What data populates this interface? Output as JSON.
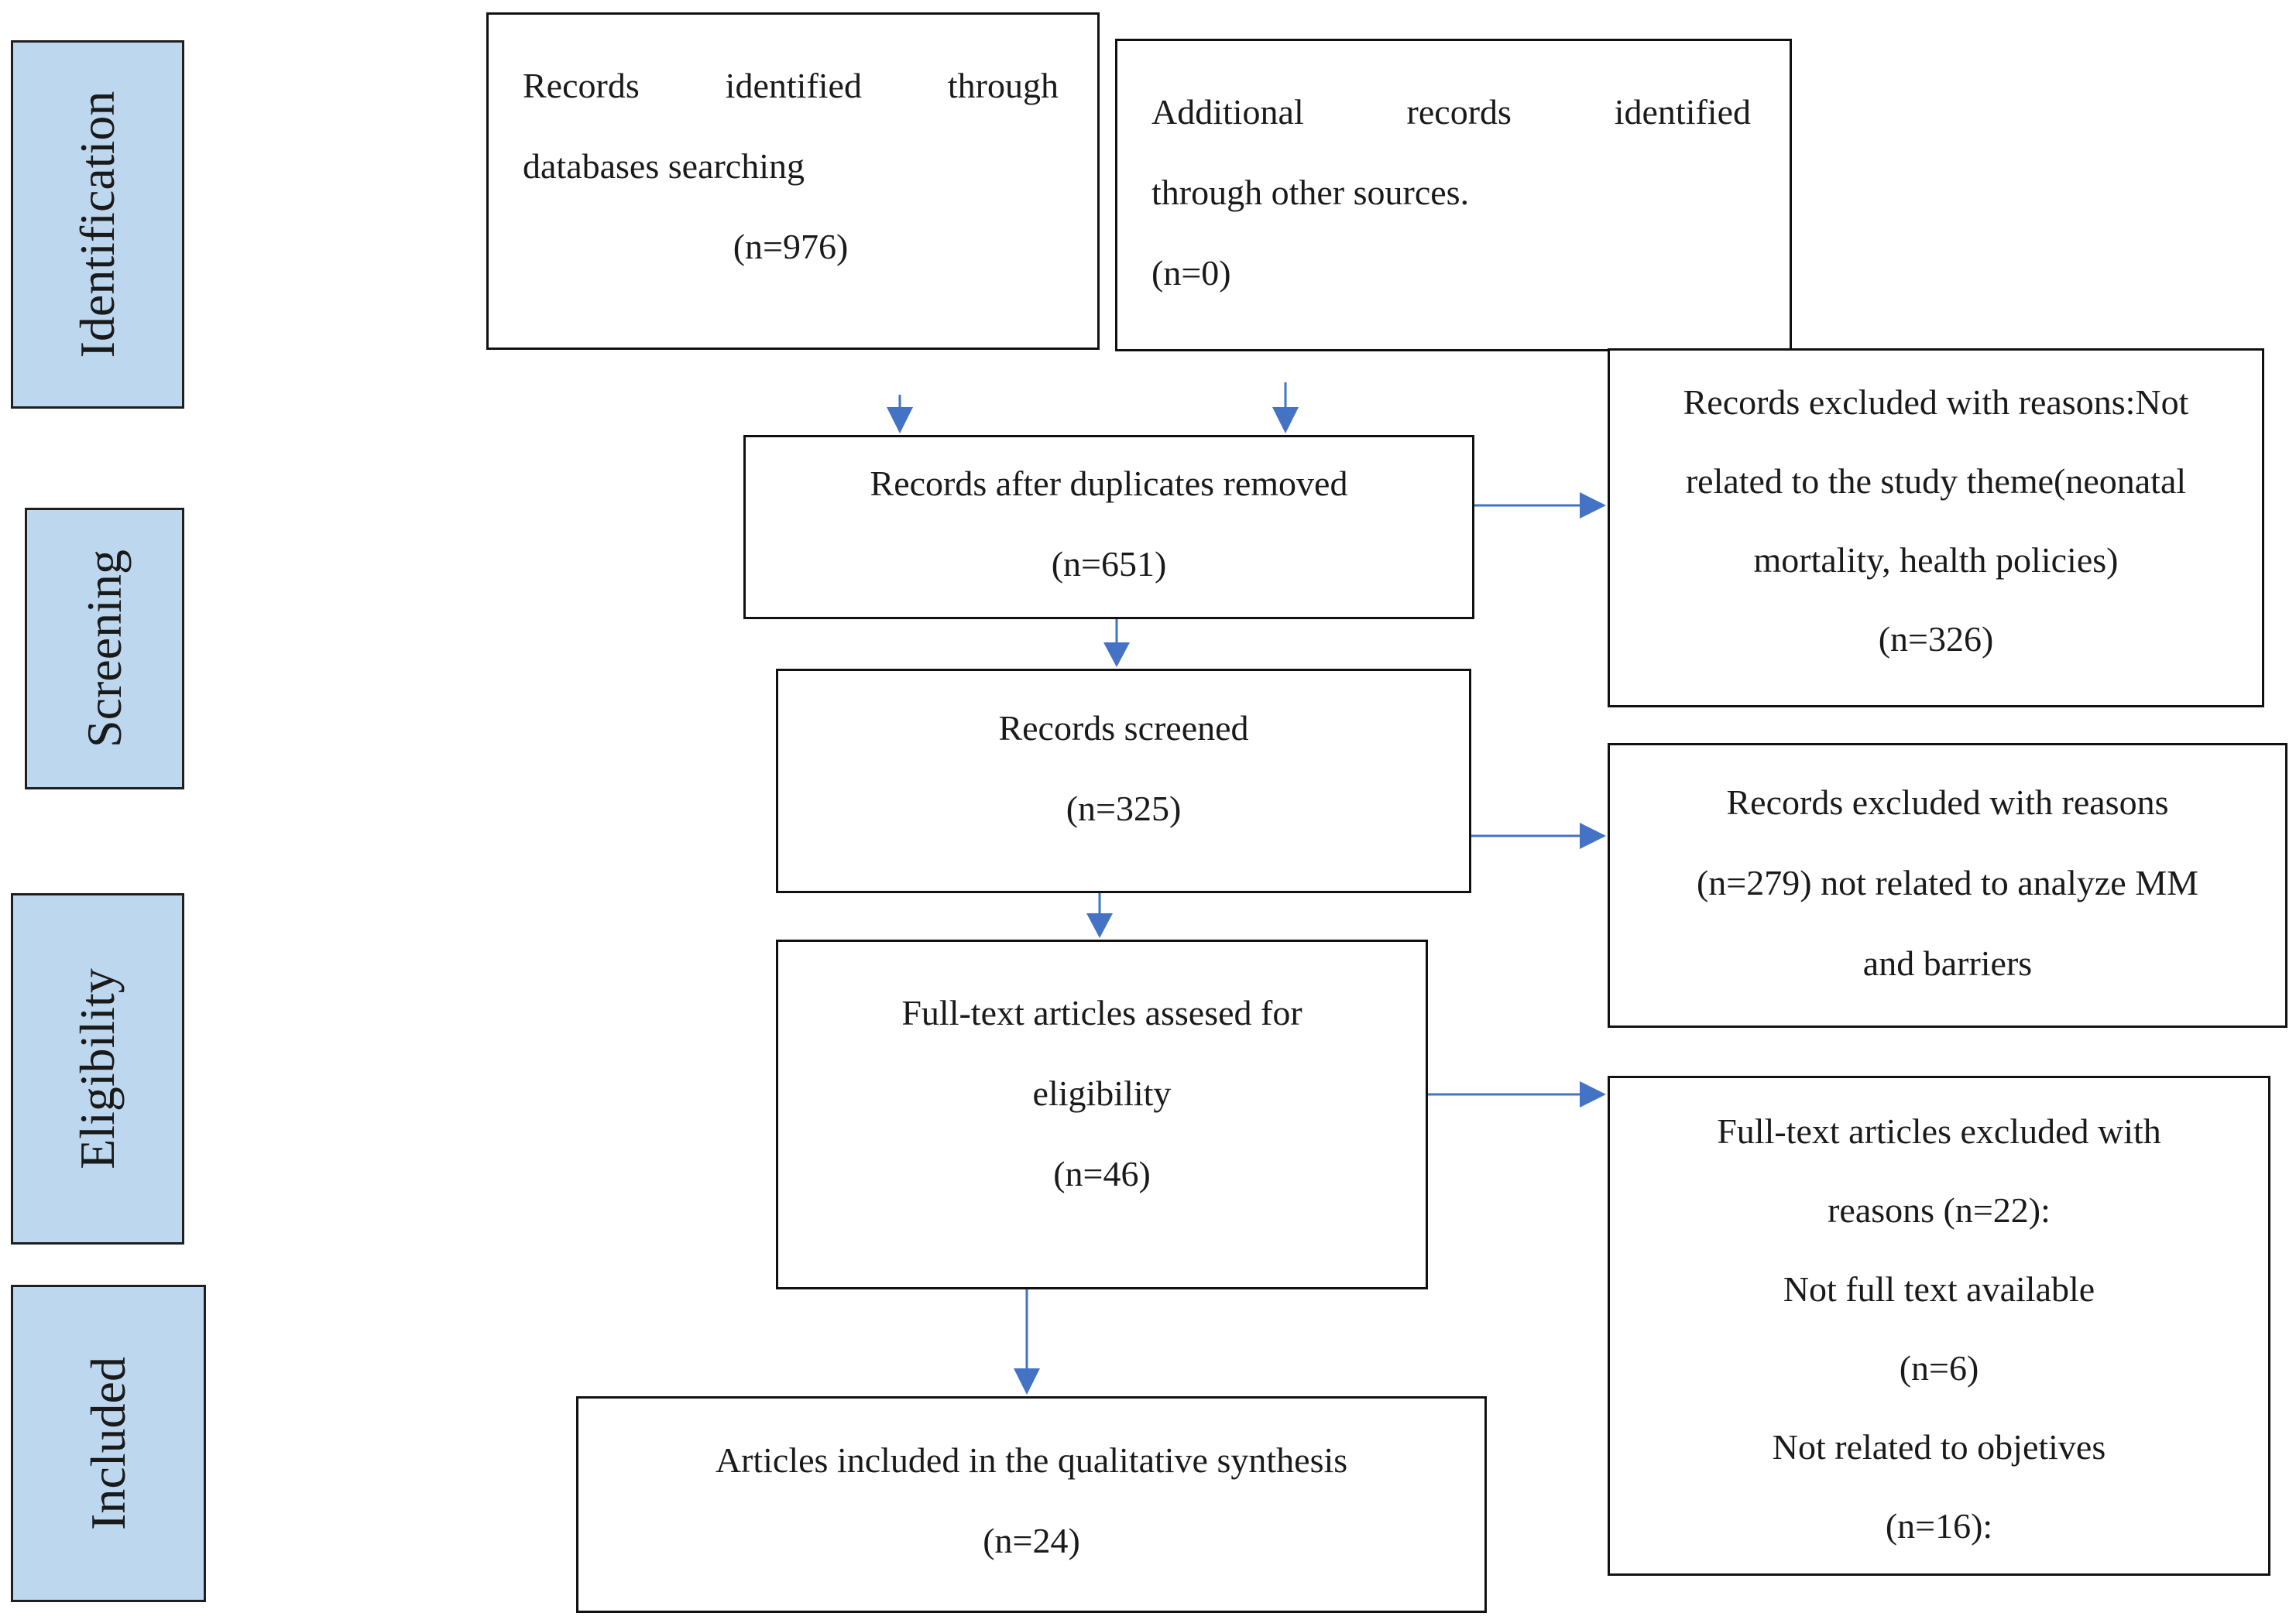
{
  "stages": {
    "identification": "Identification",
    "screening": "Screening",
    "eligibility": "Eligibility",
    "included": "Included"
  },
  "boxes": {
    "databases": {
      "line1": "Records identified through",
      "line2": "databases searching",
      "count": "(n=976)"
    },
    "other_sources": {
      "line1": "Additional records identified",
      "line2": "through other sources.",
      "count": "(n=0)"
    },
    "duplicates_removed": {
      "line1": "Records after duplicates removed",
      "count": "(n=651)"
    },
    "excluded_theme": {
      "line1": "Records excluded with reasons:Not",
      "line2": "related to the study theme(neonatal",
      "line3": "mortality, health policies)",
      "count": "(n=326)"
    },
    "screened": {
      "line1": "Records screened",
      "count": "(n=325)"
    },
    "excluded_mm": {
      "line1": "Records excluded with reasons",
      "line2": "(n=279) not related to analyze MM",
      "line3": "and barriers"
    },
    "fulltext_assessed": {
      "line1": "Full-text articles assesed for",
      "line2": "eligibility",
      "count": "(n=46)"
    },
    "fulltext_excluded": {
      "line1": "Full-text articles excluded with",
      "line2": "reasons (n=22):",
      "line3": "Not full text available",
      "line4": "(n=6)",
      "line5": "Not related to objetives",
      "line6": "(n=16):"
    },
    "included": {
      "line1": "Articles included in the qualitative synthesis",
      "count": "(n=24)"
    }
  },
  "colors": {
    "stage_fill": "#bdd7ee",
    "arrow": "#4472c4",
    "border": "#111111"
  }
}
